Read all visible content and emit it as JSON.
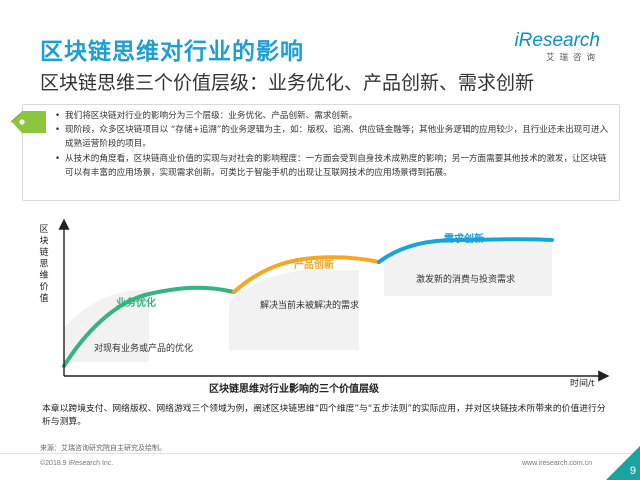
{
  "header": {
    "title": "区块链思维对行业的影响",
    "subtitle": "区块链思维三个价值层级：业务优化、产品创新、需求创新"
  },
  "logo": {
    "brand": "iResearch",
    "sub": "艾瑞咨询"
  },
  "bullets": [
    "我们将区块链对行业的影响分为三个层级：业务优化、产品创新、需求创新。",
    "现阶段，众多区块链项目以 “存储+追溯”的业务逻辑为主，如：版权、追溯、供应链金融等；其他业务逻辑的应用较少，且行业还未出现可进入成熟运营阶段的项目。",
    "从技术的角度看，区块链商业价值的实现与对社会的影响程度：一方面会受到自身技术成熟度的影响；另一方面需要其他技术的激发，让区块链可以有丰富的应用场景，实现需求创新。可类比于智能手机的出现让互联网技术的应用场景得到拓展。"
  ],
  "diagram": {
    "y_axis_label": "区块链思维价值",
    "x_axis_label": "时间/t",
    "chart_caption": "区块链思维对行业影响的三个价值层级",
    "levels": [
      {
        "name": "业务优化",
        "desc": "对现有业务或产品的优化"
      },
      {
        "name": "产品创新",
        "desc": "解决当前未被解决的需求"
      },
      {
        "name": "需求创新",
        "desc": "激发新的消费与投资需求"
      }
    ],
    "colors": {
      "level1": "#36b37e",
      "level2": "#f5a623",
      "level3": "#1aa3d9"
    }
  },
  "description": "本章以跨境支付、网络版权、网络游戏三个领域为例，阐述区块链思维“四个维度”与“五步法则”的实际应用，并对区块链技术所带来的价值进行分析与测算。",
  "source": "来源：艾瑞咨询研究院自主研究及绘制。",
  "footer": {
    "copyright": "©2018.9 iResearch Inc.",
    "website": "www.iresearch.com.cn",
    "page": "9"
  }
}
